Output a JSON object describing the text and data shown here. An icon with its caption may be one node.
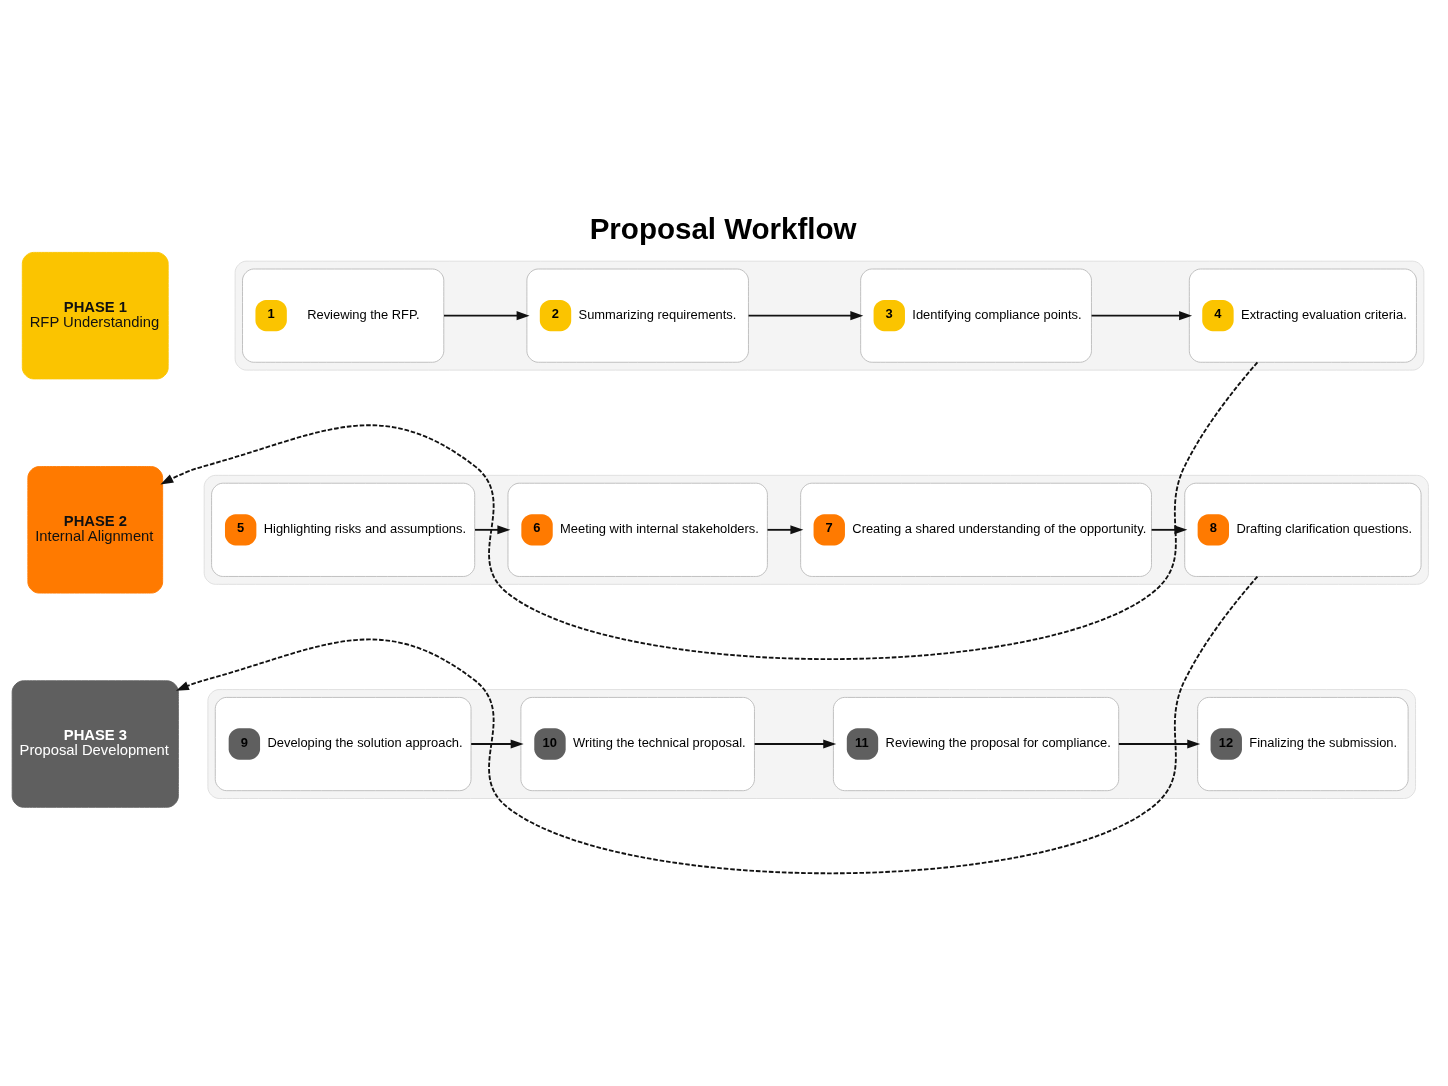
{
  "diagram": {
    "title": "Proposal Workflow",
    "nodes": [
      {
        "text": [
          "PHASE 1",
          "RFP Understanding"
        ]
      },
      {
        "text": [],
        "shape": "box"
      },
      {
        "text": [
          "1",
          "Reviewing the RFP."
        ],
        "in": 1
      },
      {
        "text": [
          "2",
          "Summarizing requirements."
        ],
        "in": 1
      },
      {
        "text": [
          "3",
          "Identifying compliance points."
        ],
        "in": 1
      },
      {
        "text": [
          "4",
          "Extracting evaluation criteria."
        ],
        "in": 1
      },
      {
        "text": [
          "PHASE 2",
          "Internal Alignment"
        ]
      },
      {
        "text": [],
        "shape": "box"
      },
      {
        "text": [
          "5",
          "Highlighting risks and assumptions."
        ],
        "in": 7
      },
      {
        "text": [
          "6",
          "Meeting with internal stakeholders."
        ],
        "in": 7
      },
      {
        "text": [
          "7",
          "Creating a shared understanding of the opportunity."
        ],
        "in": 7
      },
      {
        "text": [
          "8",
          "Drafting clarification questions."
        ],
        "in": 7
      },
      {
        "text": [
          "PHASE 3",
          "Proposal Development"
        ]
      },
      {
        "text": [],
        "shape": "box"
      },
      {
        "text": [
          "9",
          "Developing the solution approach."
        ],
        "in": 13
      },
      {
        "text": [
          "10",
          "Writing the technical proposal."
        ],
        "in": 13
      },
      {
        "text": [
          "11",
          "Reviewing the proposal for compliance."
        ],
        "in": 13
      },
      {
        "text": [
          "12",
          "Finalizing the submission."
        ],
        "in": 13
      }
    ],
    "edges": [
      {
        "from": 2,
        "to": 3,
        "arrow": "to"
      },
      {
        "from": 3,
        "to": 4,
        "arrow": "to"
      },
      {
        "from": 4,
        "to": 5,
        "arrow": "to"
      },
      {
        "from": 5,
        "to": 6,
        "arrow": "to",
        "style": "dashed"
      },
      {
        "from": 8,
        "to": 9,
        "arrow": "to"
      },
      {
        "from": 9,
        "to": 10,
        "arrow": "to"
      },
      {
        "from": 10,
        "to": 11,
        "arrow": "to"
      },
      {
        "from": 11,
        "to": 12,
        "arrow": "to",
        "style": "dashed"
      },
      {
        "from": 14,
        "to": 15,
        "arrow": "to"
      },
      {
        "from": 15,
        "to": 16,
        "arrow": "to"
      },
      {
        "from": 16,
        "to": 17,
        "arrow": "to"
      }
    ]
  }
}
